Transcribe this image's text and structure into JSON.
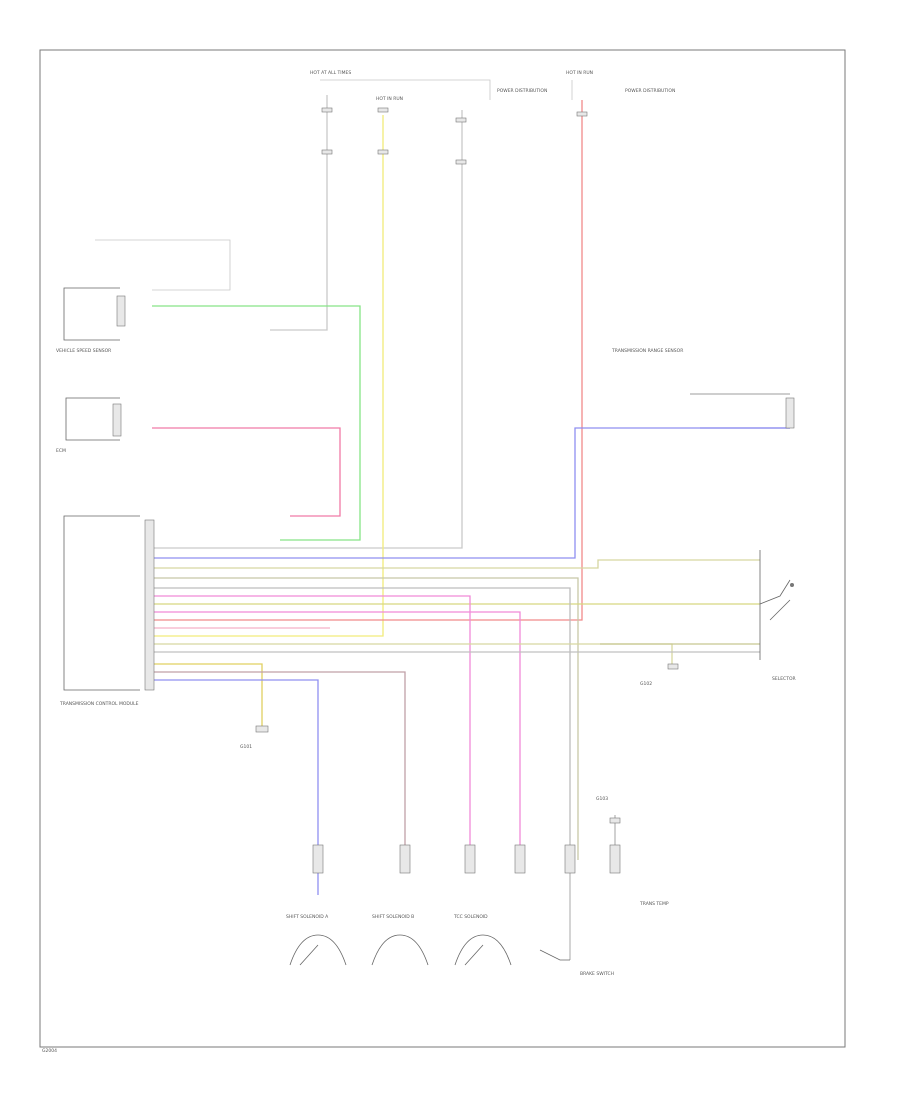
{
  "diagram": {
    "footer_code": "G2004",
    "components": {
      "hot_at_all_times_left": "HOT AT ALL TIMES",
      "hot_in_run": "HOT IN RUN",
      "fuse_note_left": "POWER DISTRIBUTION",
      "hot_in_run_right": "HOT IN RUN",
      "fuse_note_right": "POWER DISTRIBUTION",
      "vss": "VEHICLE SPEED SENSOR",
      "ecm": "ECM",
      "tr_sensor": "TRANSMISSION RANGE SENSOR",
      "tcm": "TRANSMISSION CONTROL MODULE",
      "selector": "SELECTOR",
      "gnd_1": "G101",
      "gnd_2": "G102",
      "gnd_3": "G103",
      "shift_solenoid_a": "SHIFT SOLENOID A",
      "shift_solenoid_b": "SHIFT SOLENOID B",
      "tcc_solenoid": "TCC SOLENOID",
      "brake_switch": "BRAKE SWITCH",
      "trans_temp": "TRANS TEMP"
    }
  }
}
